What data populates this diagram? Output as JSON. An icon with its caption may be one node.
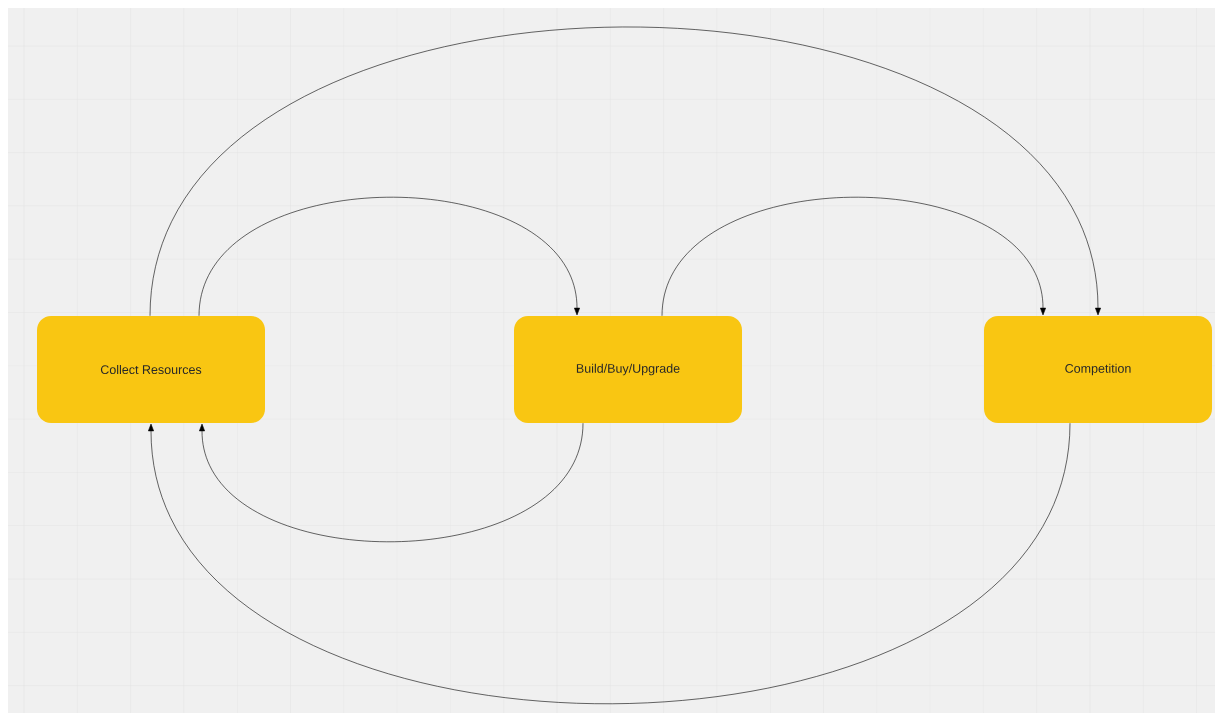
{
  "diagram": {
    "nodes": [
      {
        "text": [
          "Collect Resources"
        ]
      },
      {
        "text": [
          "Build/Buy/Upgrade"
        ]
      },
      {
        "text": [
          "Competition"
        ]
      }
    ],
    "edges": [
      {
        "from": 0,
        "to": 2,
        "arrow": "to"
      },
      {
        "from": 0,
        "to": 1,
        "arrow": "to"
      },
      {
        "from": 1,
        "to": 2,
        "arrow": "to"
      },
      {
        "from": 1,
        "to": 0,
        "arrow": "to"
      },
      {
        "from": 2,
        "to": 0,
        "arrow": "to"
      }
    ]
  }
}
